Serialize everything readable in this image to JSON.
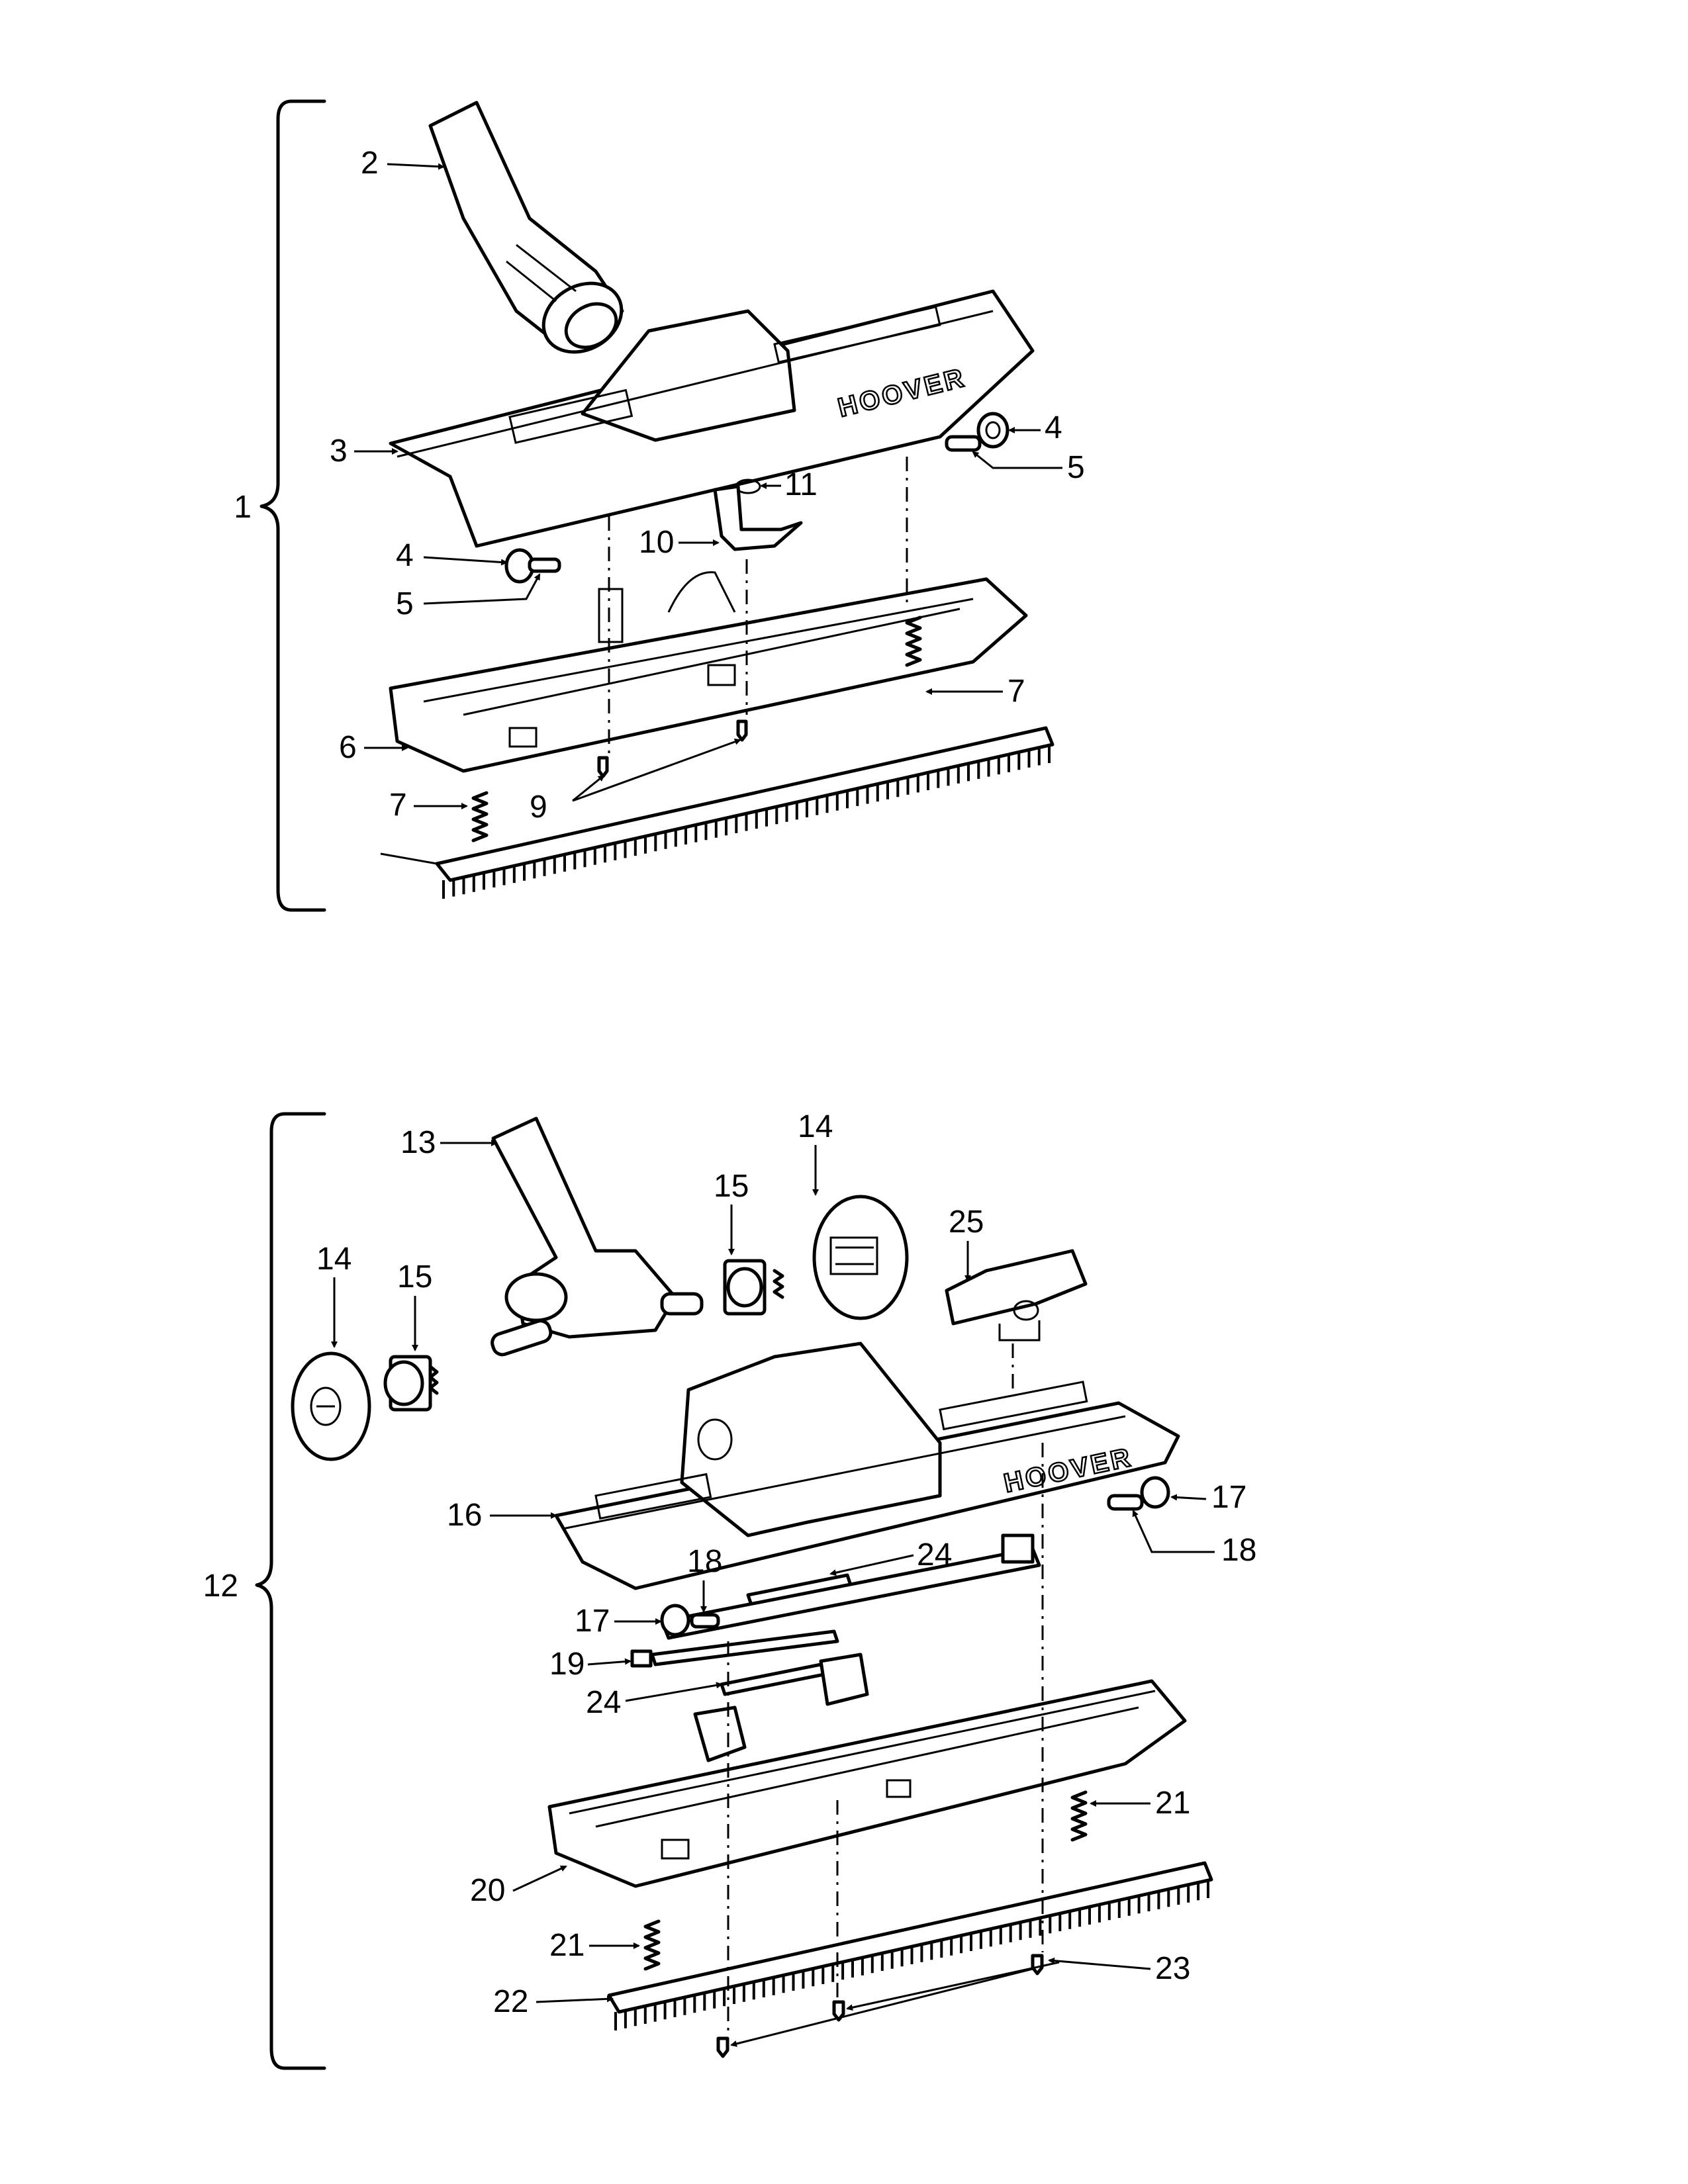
{
  "brand": "HOOVER",
  "assemblies": [
    {
      "label": "1",
      "callouts": [
        "2",
        "3",
        "4",
        "5",
        "11",
        "10",
        "4",
        "5",
        "7",
        "6",
        "9",
        "7"
      ]
    },
    {
      "label": "12",
      "callouts": [
        "13",
        "14",
        "15",
        "14",
        "15",
        "25",
        "16",
        "17",
        "18",
        "18",
        "24",
        "17",
        "19",
        "24",
        "21",
        "20",
        "21",
        "22",
        "23"
      ]
    }
  ]
}
